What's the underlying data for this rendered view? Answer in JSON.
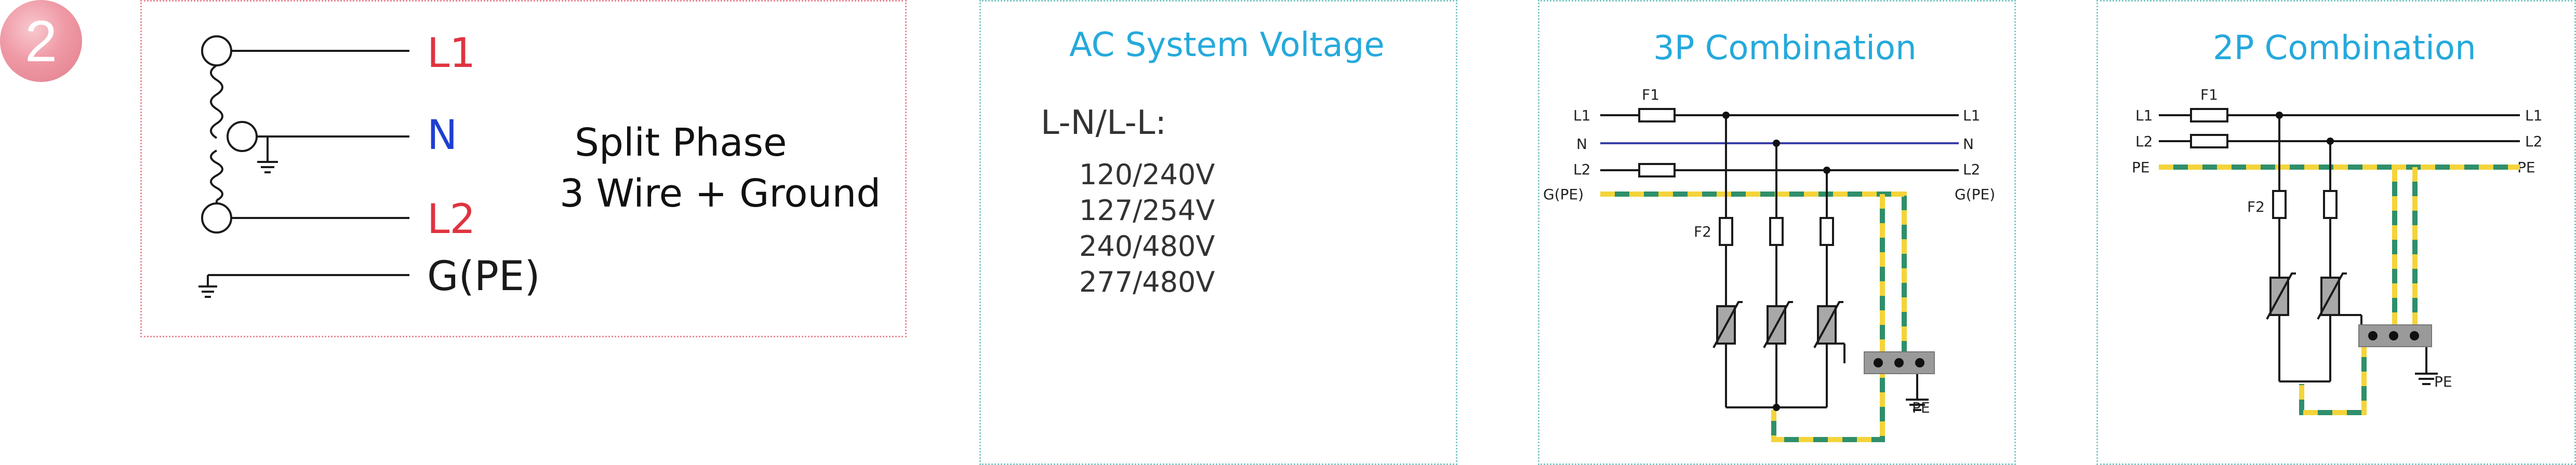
{
  "badge": {
    "number": "2"
  },
  "split_phase_panel": {
    "terminals": {
      "l1": "L1",
      "n": "N",
      "l2": "L2",
      "ground": "G(PE)"
    },
    "description": [
      "Split Phase",
      "3 Wire + Ground"
    ],
    "colors": {
      "line": "#e03340",
      "neutral": "#1f3fd1",
      "ground": "#1a1a1a"
    }
  },
  "voltage_panel": {
    "title": "AC System Voltage",
    "subtitle": "L-N/L-L:",
    "values": [
      "120/240V",
      "127/254V",
      "240/480V",
      "277/480V"
    ]
  },
  "combo_3p": {
    "title": "3P Combination",
    "left_labels": {
      "l1": "L1",
      "n": "N",
      "l2": "L2",
      "gpe": "G(PE)"
    },
    "right_labels": {
      "l1": "L1",
      "n": "N",
      "l2": "L2",
      "gpe": "G(PE)"
    },
    "fuse_f1": "F1",
    "fuse_f2": "F2",
    "pe_label": "PE"
  },
  "combo_2p": {
    "title": "2P Combination",
    "left_labels": {
      "l1": "L1",
      "l2": "L2",
      "pe": "PE"
    },
    "right_labels": {
      "l1": "L1",
      "l2": "L2",
      "pe": "PE"
    },
    "fuse_f1": "F1",
    "fuse_f2": "F2",
    "pe_label": "PE"
  },
  "colors": {
    "title_teal": "#25a9dc",
    "neutral_wire": "#3a3fa8",
    "pe_green": "#2f8f6a",
    "pe_yellow": "#f4d43a",
    "busbar_gray": "#9a9a9a"
  }
}
